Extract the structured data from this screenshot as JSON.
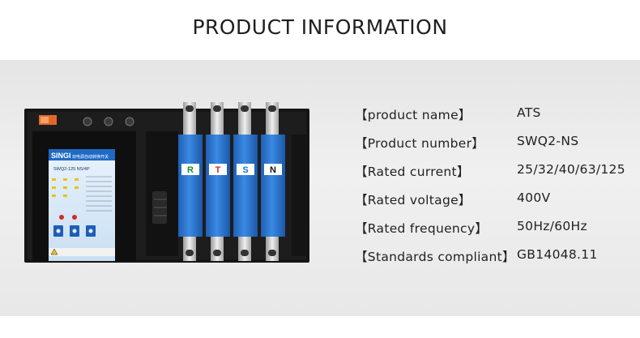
{
  "page": {
    "title": "PRODUCT INFORMATION"
  },
  "product_image": {
    "brand": "SINGI",
    "chinese_title": "双电源自动转换开关",
    "model_label": "SWQ2-125 NS/4P",
    "pole_labels": [
      "R",
      "T",
      "S",
      "N"
    ],
    "pole_colors": [
      "#1a8a3a",
      "#d52a2a",
      "#1b6fd1",
      "#111111"
    ]
  },
  "specs": [
    {
      "label": "【product name】",
      "value": "ATS"
    },
    {
      "label": "【Product number】",
      "value": "SWQ2-NS"
    },
    {
      "label": "【Rated current】",
      "value": "25/32/40/63/125"
    },
    {
      "label": "【Rated voltage】",
      "value": "400V"
    },
    {
      "label": "【Rated frequency】",
      "value": "50Hz/60Hz"
    },
    {
      "label": "【Standards compliant】",
      "value": "GB14048.11"
    }
  ],
  "colors": {
    "header_bg": "#ffffff",
    "panel_bg": "#ececec",
    "text": "#222222",
    "device_blue": "#2f7ad6",
    "device_body": "#161616"
  }
}
